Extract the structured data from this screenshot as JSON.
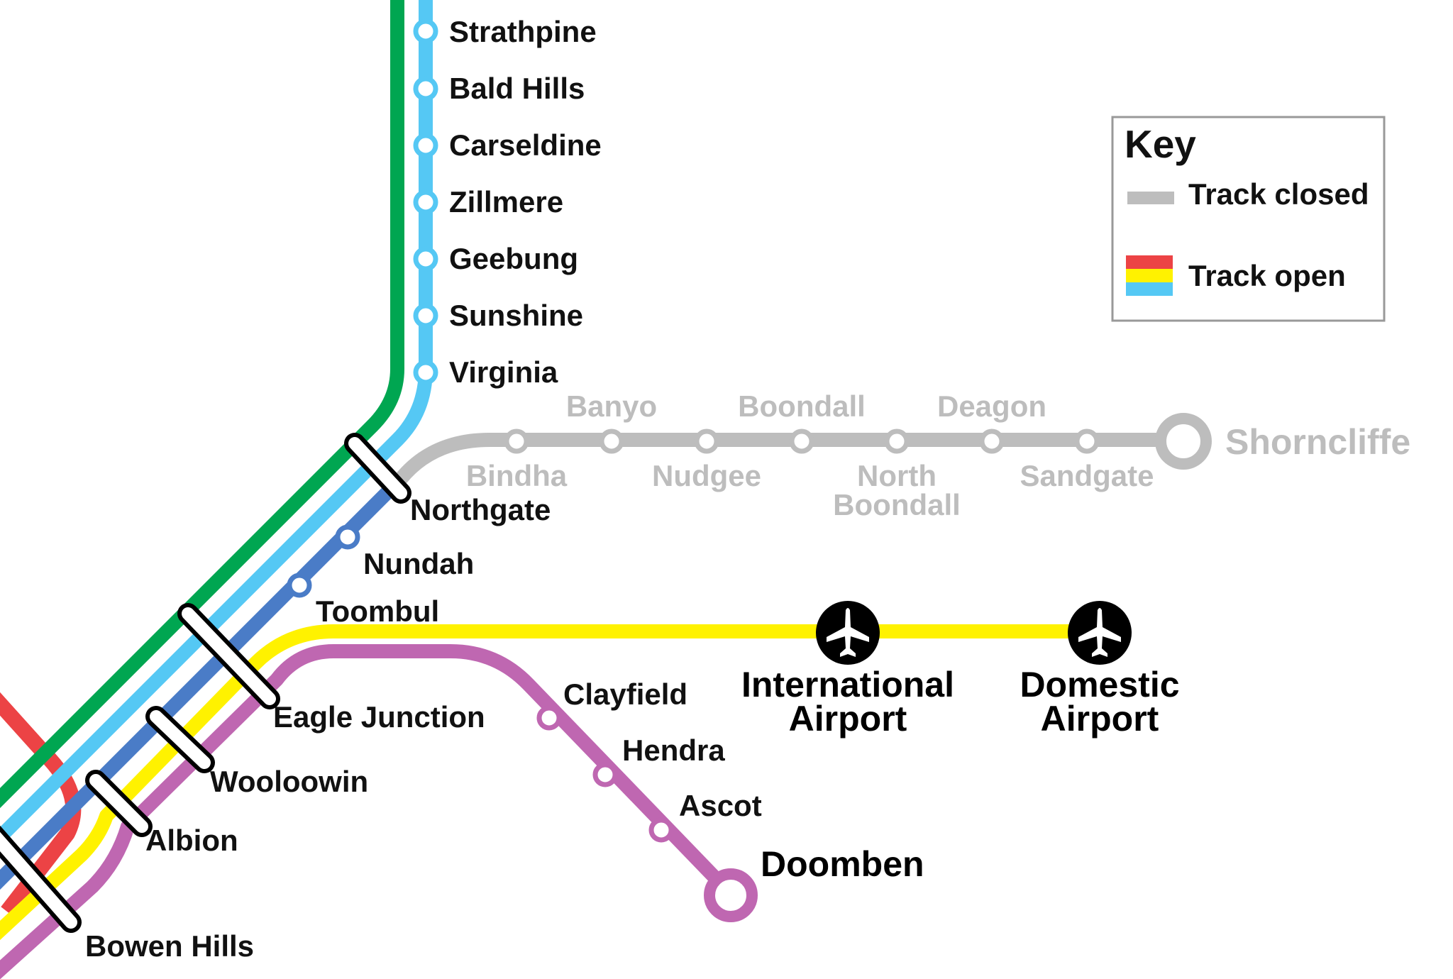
{
  "colors": {
    "green": "#00a651",
    "light_blue": "#55c8f4",
    "dark_blue": "#4a7cc7",
    "yellow": "#fff200",
    "purple": "#bf67b1",
    "red": "#ec4345",
    "grey": "#bdbdbd",
    "black": "#000000"
  },
  "lines": {
    "redcliffe_caboolture": {
      "color": "green"
    },
    "redcliffe_peninsula": {
      "color": "light_blue"
    },
    "shorncliffe": {
      "color": "dark_blue",
      "status": "partial"
    },
    "airport": {
      "color": "yellow"
    },
    "doomben": {
      "color": "purple"
    },
    "ferny_grove": {
      "color": "red"
    }
  },
  "stations": {
    "strathpine": "Strathpine",
    "bald_hills": "Bald Hills",
    "carseldine": "Carseldine",
    "zillmere": "Zillmere",
    "geebung": "Geebung",
    "sunshine": "Sunshine",
    "virginia": "Virginia",
    "northgate": "Northgate",
    "nundah": "Nundah",
    "toombul": "Toombul",
    "eagle_junction": "Eagle Junction",
    "wooloowin": "Wooloowin",
    "albion": "Albion",
    "bowen_hills": "Bowen Hills",
    "clayfield": "Clayfield",
    "hendra": "Hendra",
    "ascot": "Ascot",
    "doomben": "Doomben",
    "international_airport_1": "International",
    "international_airport_2": "Airport",
    "domestic_airport_1": "Domestic",
    "domestic_airport_2": "Airport",
    "bindha": "Bindha",
    "banyo": "Banyo",
    "nudgee": "Nudgee",
    "boondall": "Boondall",
    "north_boondall_1": "North",
    "north_boondall_2": "Boondall",
    "deagon": "Deagon",
    "sandgate": "Sandgate",
    "shorncliffe": "Shorncliffe"
  },
  "key": {
    "title": "Key",
    "closed_label": "Track closed",
    "open_label": "Track open",
    "open_swatch_colors": [
      "red",
      "yellow",
      "light_blue"
    ]
  },
  "icons": {
    "airport": "airplane-icon"
  }
}
